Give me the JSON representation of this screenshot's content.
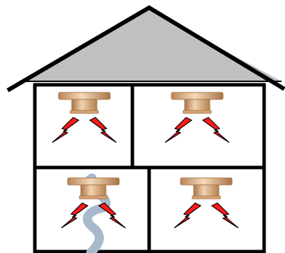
{
  "colors": {
    "outline": "#000000",
    "roof_fill": "#c0c0c0",
    "wall_fill": "#ffffff",
    "detector_light": "#f2d2b0",
    "detector_mid": "#d9a878",
    "detector_dark": "#a87548",
    "lightning": "#ff1a1a",
    "smoke": "#a9b9cc"
  },
  "icons": {
    "roof": "roof-shape",
    "room": "room-box",
    "detector": "smoke-detector-icon",
    "alarm_signal": "lightning-bolt-icon",
    "smoke": "smoke-plume-icon"
  },
  "rooms": [
    {
      "id": "upper-left",
      "detector_active": true,
      "smoke_present": false
    },
    {
      "id": "upper-right",
      "detector_active": true,
      "smoke_present": false
    },
    {
      "id": "lower-left",
      "detector_active": true,
      "smoke_present": true
    },
    {
      "id": "lower-right",
      "detector_active": true,
      "smoke_present": false
    }
  ]
}
